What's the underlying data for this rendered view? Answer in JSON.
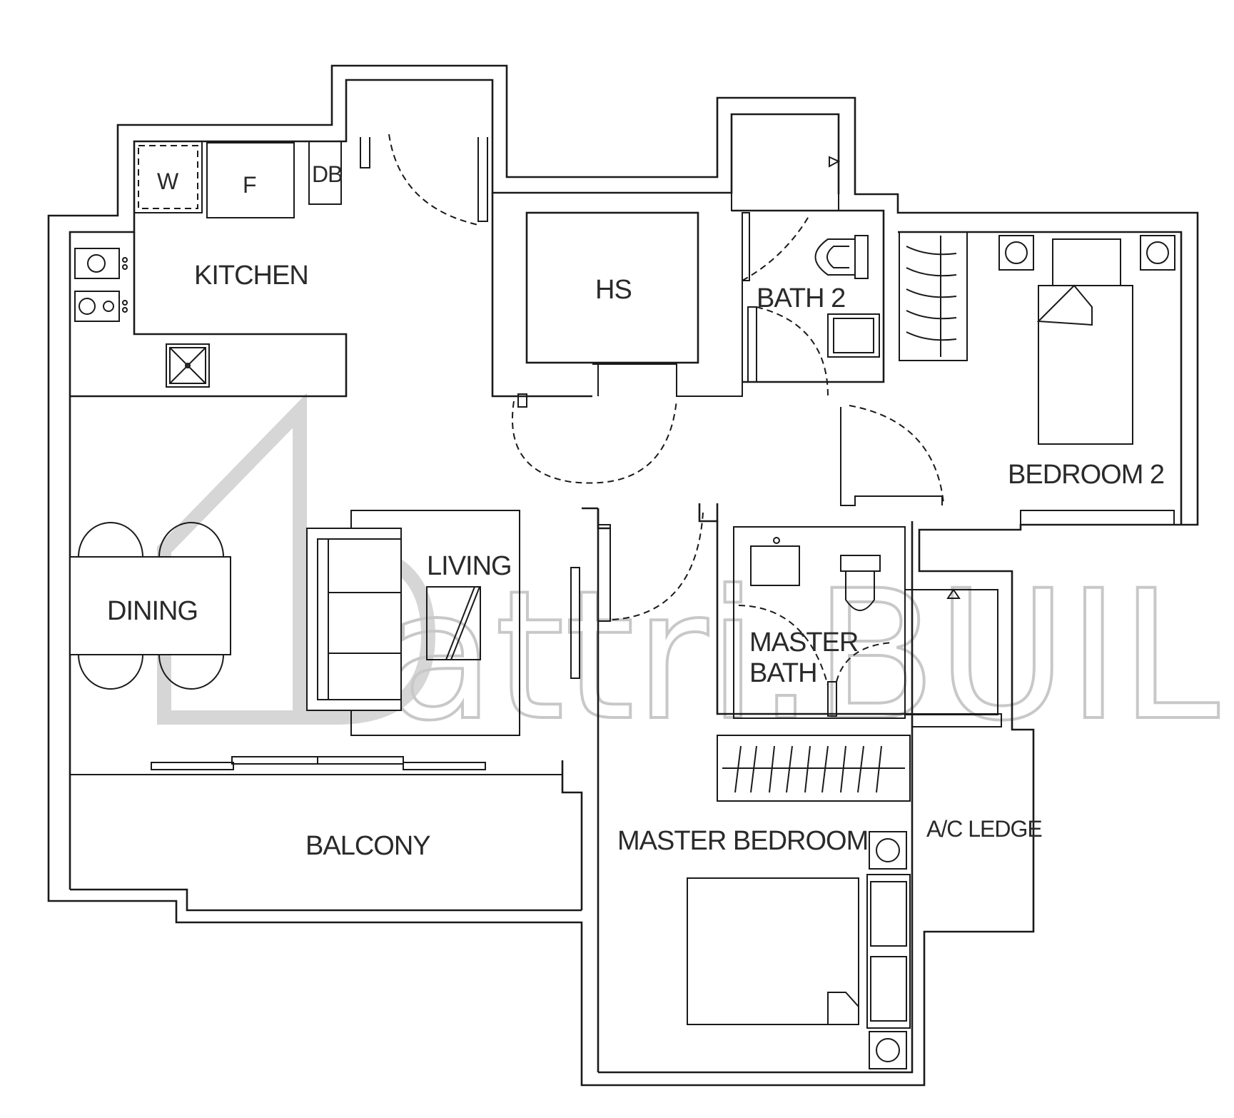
{
  "rooms": {
    "kitchen": "KITCHEN",
    "hs": "HS",
    "bath2": "BATH 2",
    "bedroom2": "BEDROOM 2",
    "living": "LIVING",
    "dining": "DINING",
    "master_bath_line1": "MASTER",
    "master_bath_line2": "BATH",
    "master_bedroom": "MASTER BEDROOM",
    "ac_ledge": "A/C LEDGE",
    "balcony": "BALCONY"
  },
  "appliances": {
    "washer": "W",
    "fridge": "F",
    "db": "DB"
  },
  "watermark": {
    "text": "attri.BUILD",
    "icon": "house-d-logo-icon"
  }
}
